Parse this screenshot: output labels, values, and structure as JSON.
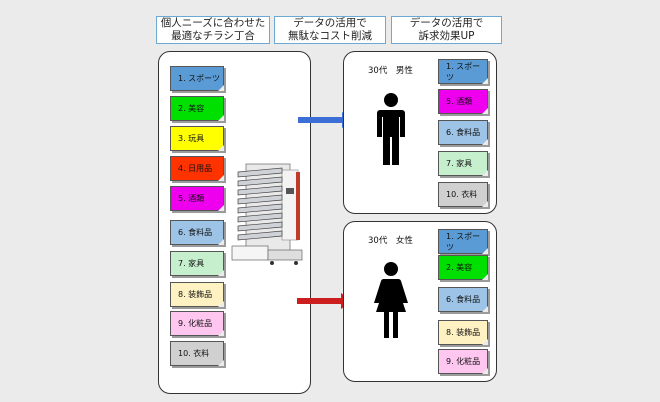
{
  "headers": [
    {
      "line1": "個人ニーズに合わせた",
      "line2": "最適なチラシ丁合"
    },
    {
      "line1": "データの活用で",
      "line2": "無駄なコスト削減"
    },
    {
      "line1": "データの活用で",
      "line2": "訴求効果UP"
    }
  ],
  "categories": [
    {
      "label": "1. スポーツ",
      "color": "#5b9bd5"
    },
    {
      "label": "2. 美容",
      "color": "#00e000"
    },
    {
      "label": "3. 玩具",
      "color": "#ffff00"
    },
    {
      "label": "4. 日用品",
      "color": "#ff3300"
    },
    {
      "label": "5. 酒類",
      "color": "#ee00ee"
    },
    {
      "label": "6. 食料品",
      "color": "#9dc3e6"
    },
    {
      "label": "7. 家具",
      "color": "#c6efce"
    },
    {
      "label": "8. 装飾品",
      "color": "#fff2c2"
    },
    {
      "label": "9. 化粧品",
      "color": "#ffc7f0"
    },
    {
      "label": "10. 衣料",
      "color": "#d0d0d0"
    }
  ],
  "male": {
    "title": "30代　男性",
    "items": [
      {
        "label": "1. スポーツ",
        "color": "#5b9bd5"
      },
      {
        "label": "5. 酒類",
        "color": "#ee00ee"
      },
      {
        "label": "6. 食料品",
        "color": "#9dc3e6"
      },
      {
        "label": "7. 家具",
        "color": "#c6efce"
      },
      {
        "label": "10. 衣料",
        "color": "#d0d0d0"
      }
    ],
    "arrow_color": "#3b6fd6"
  },
  "female": {
    "title": "30代　女性",
    "items": [
      {
        "label": "1. スポーツ",
        "color": "#5b9bd5"
      },
      {
        "label": "2. 美容",
        "color": "#00e000"
      },
      {
        "label": "6. 食料品",
        "color": "#9dc3e6"
      },
      {
        "label": "8. 装飾品",
        "color": "#fff2c2"
      },
      {
        "label": "9. 化粧品",
        "color": "#ffc7f0"
      }
    ],
    "arrow_color": "#cc1e1e"
  }
}
